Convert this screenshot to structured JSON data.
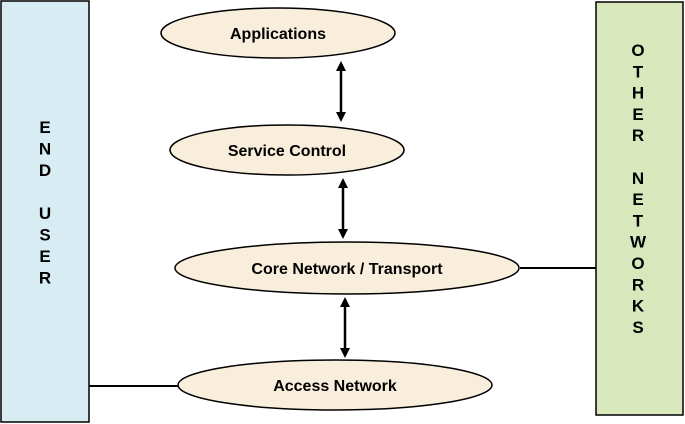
{
  "left_panel": {
    "letters": [
      "E",
      "N",
      "D",
      "",
      "U",
      "S",
      "E",
      "R"
    ]
  },
  "right_panel": {
    "letters": [
      "O",
      "T",
      "H",
      "E",
      "R",
      "",
      "N",
      "E",
      "T",
      "W",
      "O",
      "R",
      "K",
      "S"
    ]
  },
  "layers": {
    "applications": "Applications",
    "service_control": "Service Control",
    "core_transport": "Core Network / Transport",
    "access_network": "Access Network"
  },
  "colors": {
    "end_user_fill": "#d8ecf3",
    "other_networks_fill": "#d9e7bd",
    "ellipse_fill": "#f9eedc",
    "stroke": "#000000"
  }
}
